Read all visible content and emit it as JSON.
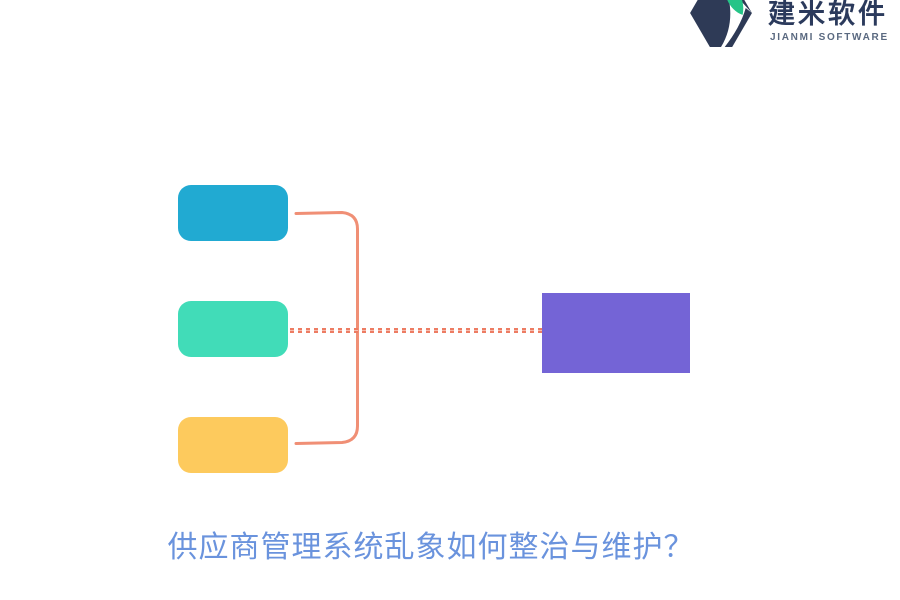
{
  "logo": {
    "name": "建米软件",
    "subtitle": "JIANMI SOFTWARE",
    "icon": "jianmi-hexagon-logo",
    "colors": {
      "navy": "#2e3a56",
      "green": "#25c487",
      "subtitle_gray": "#5a6980"
    }
  },
  "diagram": {
    "left_nodes": [
      {
        "id": "node-top",
        "label": "",
        "color": "#21aad2"
      },
      {
        "id": "node-middle",
        "label": "",
        "color": "#41dcb8"
      },
      {
        "id": "node-bottom",
        "label": "",
        "color": "#fdca5d"
      }
    ],
    "right_node": {
      "id": "node-right",
      "label": "",
      "color": "#7464d6"
    },
    "connector_color": "#f08f75",
    "connector_styles": [
      "solid-bracket",
      "dotted-horizontal"
    ]
  },
  "caption": {
    "text": "供应商管理系统乱象如何整治与维护？",
    "color": "#6a93dd"
  }
}
